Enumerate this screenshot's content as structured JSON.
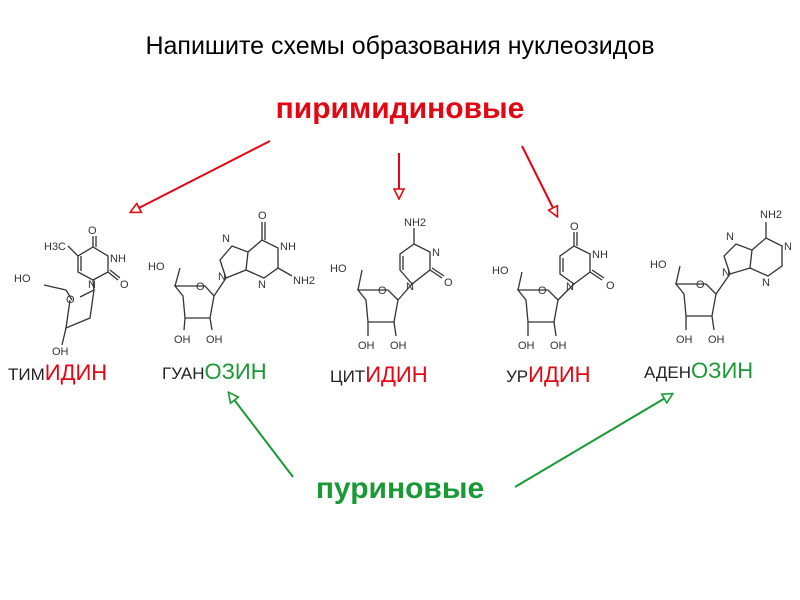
{
  "title": "Напишите схемы образования нуклеозидов",
  "categories": {
    "pyrimidine": "пиримидиновые",
    "purine": "пуриновые"
  },
  "colors": {
    "pyrimidine": "#e30613",
    "purine": "#1a9a36",
    "bonds": "#333333"
  },
  "nucleosides": [
    {
      "prefix": "ТИМ",
      "suffix": "ИДИН",
      "base_type": "pyrimidine",
      "labels": {
        "me": "H3C",
        "o1": "O",
        "nh": "NH",
        "o2": "O",
        "n": "N",
        "ho": "HO",
        "o": "O",
        "oh": "OH"
      }
    },
    {
      "prefix": "ГУАН",
      "suffix": "ОЗИН",
      "base_type": "purine",
      "labels": {
        "o1": "O",
        "nh": "NH",
        "nh2": "NH2",
        "n1": "N",
        "n2": "N",
        "n3": "N",
        "ho": "HO",
        "o": "O",
        "oh1": "OH",
        "oh2": "OH"
      }
    },
    {
      "prefix": "ЦИТ",
      "suffix": "ИДИН",
      "base_type": "pyrimidine",
      "labels": {
        "nh2": "NH2",
        "n1": "N",
        "n2": "N",
        "o2": "O",
        "ho": "HO",
        "o": "O",
        "oh1": "OH",
        "oh2": "OH"
      }
    },
    {
      "prefix": "УР",
      "suffix": "ИДИН",
      "base_type": "pyrimidine",
      "labels": {
        "o1": "O",
        "nh": "NH",
        "n": "N",
        "o2": "O",
        "ho": "HO",
        "o": "O",
        "oh1": "OH",
        "oh2": "OH"
      }
    },
    {
      "prefix": "АДЕН",
      "suffix": "ОЗИН",
      "base_type": "purine",
      "labels": {
        "nh2": "NH2",
        "n1": "N",
        "n2": "N",
        "n3": "N",
        "n4": "N",
        "ho": "HO",
        "o": "O",
        "oh1": "OH",
        "oh2": "OH"
      }
    }
  ]
}
